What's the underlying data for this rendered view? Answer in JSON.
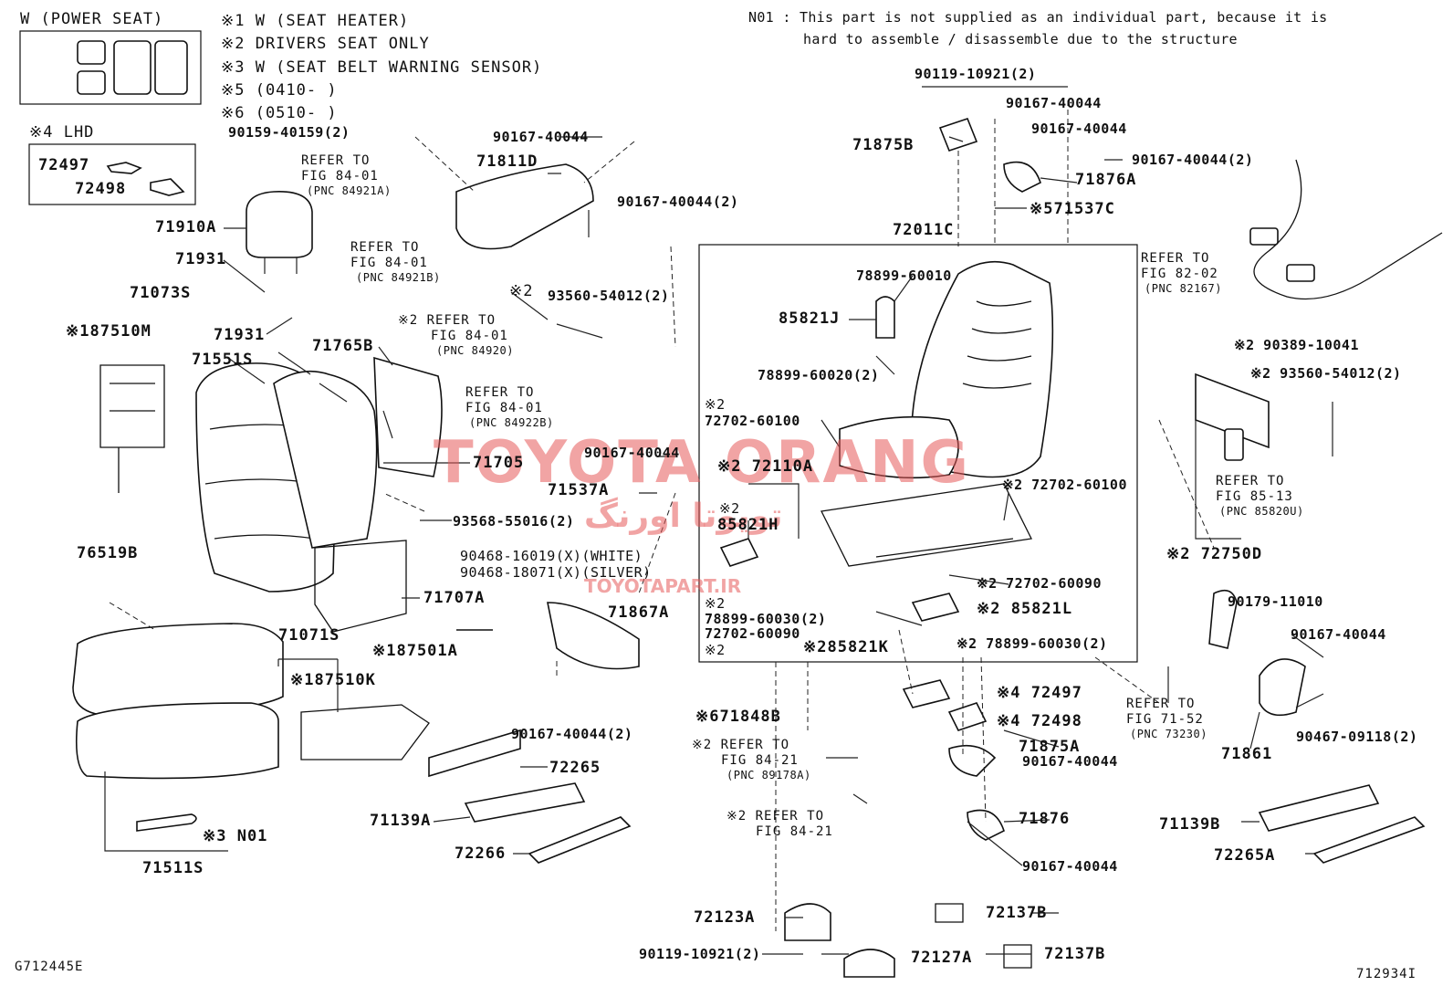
{
  "header": {
    "power_seat": "W (POWER SEAT)",
    "notes": [
      "※1 W (SEAT HEATER)",
      "※2 DRIVERS SEAT ONLY",
      "※3 W (SEAT BELT WARNING SENSOR)",
      "※5 (0410- )",
      "※6 (0510- )"
    ],
    "n01_line1": "N01 : This part is not supplied as an individual part, because it is",
    "n01_line2": "hard to assemble / disassemble due to the structure"
  },
  "lhd": {
    "title": "※4 LHD",
    "parts": [
      "72497",
      "72498"
    ]
  },
  "labels": {
    "l_90159": "90159-40159(2)",
    "l_refer1": "REFER TO",
    "l_refer1b": "FIG 84-01",
    "l_refer1c": "(PNC 84921A)",
    "l_90167_top": "90167-40044",
    "l_71811d": "71811D",
    "l_90167_2a": "90167-40044(2)",
    "l_71910a": "71910A",
    "l_refer2": "REFER TO",
    "l_refer2b": "FIG 84-01",
    "l_refer2c": "(PNC 84921B)",
    "l_71931a": "71931",
    "l_71073s": "71073S",
    "l_x2a": "※2",
    "l_93560a": "93560-54012(2)",
    "l_187510m": "※187510M",
    "l_x2refer": "※2 REFER TO",
    "l_x2referb": "FIG 84-01",
    "l_x2referc": "(PNC 84920)",
    "l_71931b": "71931",
    "l_71551s": "71551S",
    "l_71765b": "71765B",
    "l_refer3": "REFER TO",
    "l_refer3b": "FIG 84-01",
    "l_refer3c": "(PNC 84922B)",
    "l_90167_mid": "90167-40044",
    "l_71705": "71705",
    "l_71537a": "71537A",
    "l_93568": "93568-55016(2)",
    "l_76519b": "76519B",
    "l_90468a": "90468-16019(X)(WHITE)",
    "l_90468b": "90468-18071(X)(SILVER)",
    "l_71707a": "71707A",
    "l_71867a": "71867A",
    "l_71071s": "71071S",
    "l_187501a": "※187501A",
    "l_187510k": "※187510K",
    "l_90167_2b": "90167-40044(2)",
    "l_72265": "72265",
    "l_71139a": "71139A",
    "l_72266": "72266",
    "l_n01": "※3 N01",
    "l_71511s": "71511S",
    "l_90119_top": "90119-10921(2)",
    "l_90167_r1": "90167-40044",
    "l_90167_r2": "90167-40044",
    "l_71875b": "71875B",
    "l_90167_r3": "90167-40044(2)",
    "l_71876a": "71876A",
    "l_71537c": "※571537C",
    "l_72011c": "72011C",
    "l_78899_60010": "78899-60010",
    "l_85821j": "85821J",
    "l_78899_60020": "78899-60020(2)",
    "l_x2b": "※2",
    "l_72702a": "72702-60100",
    "l_72110a": "※2 72110A",
    "l_x2c": "※2",
    "l_85821h": "85821H",
    "l_x2d": "※2",
    "l_78899_60030a": "78899-60030(2)",
    "l_72702_60090a": "72702-60090",
    "l_x2e": "※2",
    "l_85821k": "※285821K",
    "l_72702b": "※2 72702-60100",
    "l_72702c": "※2 72702-60090",
    "l_85821l": "※2 85821L",
    "l_78899_60030b": "※2 78899-60030(2)",
    "l_refer82": "REFER TO",
    "l_refer82b": "FIG 82-02",
    "l_refer82c": "(PNC 82167)",
    "l_90389": "※2 90389-10041",
    "l_93560b": "※2 93560-54012(2)",
    "l_refer85": "REFER TO",
    "l_refer85b": "FIG 85-13",
    "l_refer85c": "(PNC 85820U)",
    "l_72750d": "※2 72750D",
    "l_90179": "90179-11010",
    "l_90167_r4": "90167-40044",
    "l_refer71": "REFER TO",
    "l_refer71b": "FIG 71-52",
    "l_refer71c": "(PNC 73230)",
    "l_90467": "90467-09118(2)",
    "l_71861": "71861",
    "l_72497": "※4 72497",
    "l_72498": "※4 72498",
    "l_71848b": "※671848B",
    "l_refer8421": "※2 REFER TO",
    "l_refer8421b": "FIG 84-21",
    "l_refer8421c": "(PNC 89178A)",
    "l_71875a": "71875A",
    "l_90167_r5": "90167-40044",
    "l_refer8421_2": "※2 REFER TO",
    "l_refer8421_2b": "FIG 84-21",
    "l_71876": "71876",
    "l_90167_r6": "90167-40044",
    "l_71139b": "71139B",
    "l_72265a": "72265A",
    "l_72123a": "72123A",
    "l_90119_bot": "90119-10921(2)",
    "l_72127a": "72127A",
    "l_72137b_1": "72137B",
    "l_72137b_2": "72137B"
  },
  "footer": {
    "left_code": "G712445E",
    "right_code": "712934I"
  },
  "watermark": {
    "main": "TOYOTA ORANG",
    "persian": "تویوتا اورنگ",
    "site": "TOYOTAPART.IR"
  }
}
